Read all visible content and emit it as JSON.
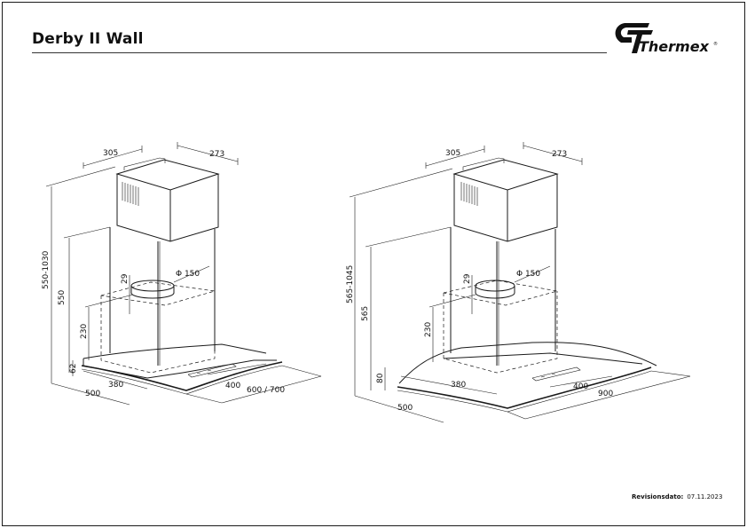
{
  "header": {
    "title": "Derby II Wall",
    "brand": "Thermex"
  },
  "footer": {
    "revision_label": "Revisionsdato:",
    "revision_date": "07.11.2023"
  },
  "left_drawing": {
    "width_top": "305",
    "depth_top": "273",
    "height_total": "550-1030",
    "height_chimney": "550",
    "duct_offset": "29",
    "duct_diameter": "Φ 150",
    "height_lower": "230",
    "height_glass": "62",
    "base_depth": "380",
    "base_width": "400",
    "hood_depth": "500",
    "hood_width": "600 / 700"
  },
  "right_drawing": {
    "width_top": "305",
    "depth_top": "273",
    "height_total": "565-1045",
    "height_chimney": "565",
    "duct_offset": "29",
    "duct_diameter": "Φ 150",
    "height_lower": "230",
    "height_glass": "80",
    "base_depth": "380",
    "base_width": "400",
    "hood_depth": "500",
    "hood_width": "900"
  }
}
